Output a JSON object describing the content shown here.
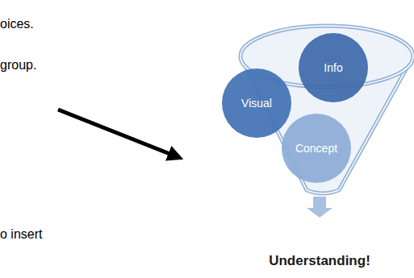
{
  "diagram": {
    "nodes": [
      {
        "text": [
          "Visual"
        ]
      },
      {
        "text": [
          "Info"
        ]
      },
      {
        "text": [
          "Concept"
        ]
      }
    ],
    "labels": [
      "oices.",
      "group.",
      "o insert",
      "Understanding!"
    ]
  }
}
